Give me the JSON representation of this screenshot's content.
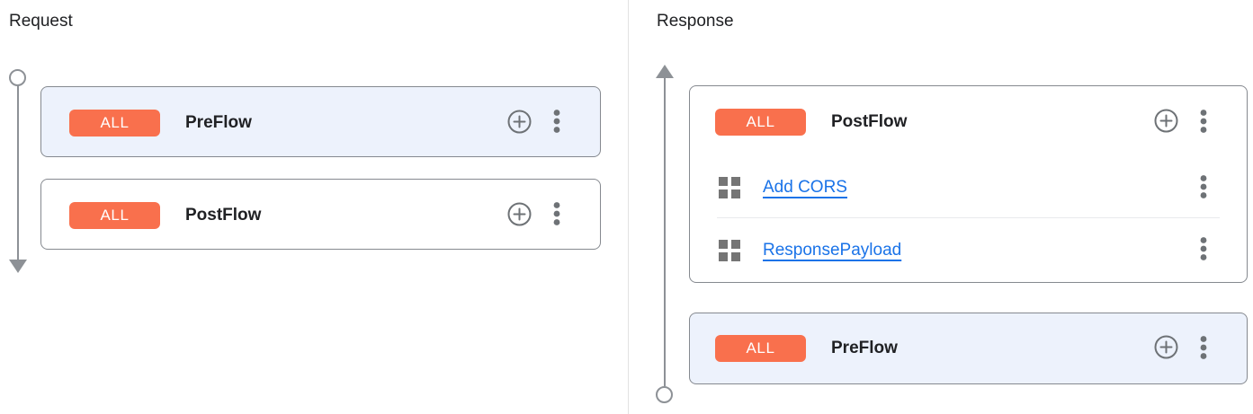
{
  "request_panel": {
    "title": "Request",
    "flow_direction": "downward",
    "cards": [
      {
        "badge": "ALL",
        "label": "PreFlow",
        "selected": true
      },
      {
        "badge": "ALL",
        "label": "PostFlow",
        "selected": false
      }
    ]
  },
  "response_panel": {
    "title": "Response",
    "flow_direction": "upward",
    "cards": [
      {
        "badge": "ALL",
        "label": "PostFlow",
        "selected": false,
        "policies": [
          {
            "label": "Add CORS"
          },
          {
            "label": "ResponsePayload"
          }
        ]
      },
      {
        "badge": "ALL",
        "label": "PreFlow",
        "selected": true
      }
    ]
  },
  "icons": {
    "add_policy": "plus-circle",
    "more_options": "vertical-kebab-dots",
    "policy_item": "four-square-grid",
    "request_rail": "circle-to-arrow-down",
    "response_rail": "arrow-up-to-circle"
  },
  "colors": {
    "badge_background": "#F9704D",
    "badge_text": "#FFFFFF",
    "selected_card_background": "#EDF2FC",
    "card_background": "#FFFFFF",
    "card_border": "#85898F",
    "policy_link": "#1A73E8",
    "rail_gray": "#8D9196",
    "icon_gray": "#6E7276",
    "text_dark": "#202124"
  }
}
